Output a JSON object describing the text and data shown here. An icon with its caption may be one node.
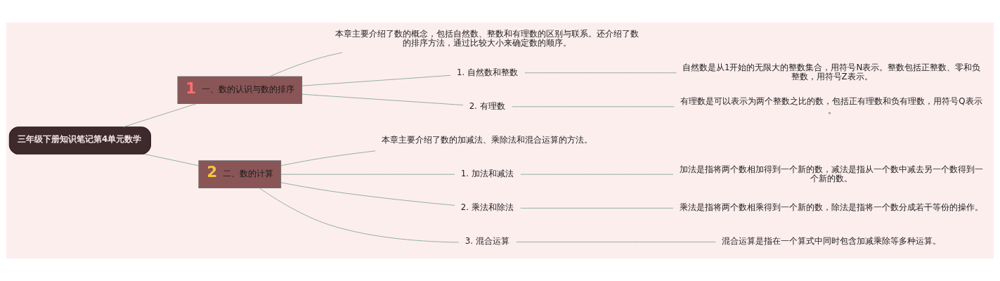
{
  "diagram": {
    "nodes": [
      {
        "text": [
          "三年级下册知识笔记第4单元数学"
        ]
      },
      {
        "text": [
          "1",
          "一、数的认识与数的排序"
        ]
      },
      {
        "text": [
          "本章主要介绍了数的概念，包括自然数、整数和有理数的区别与联系。还介绍了数的排序方法，通过比较大小来确定数的顺序。"
        ]
      },
      {
        "text": [
          "1. 自然数和整数"
        ]
      },
      {
        "text": [
          "自然数是从1开始的无限大的整数集合，用符号N表示。整数包括正整数、零和负整数，用符号Z表示。"
        ]
      },
      {
        "text": [
          "2. 有理数"
        ]
      },
      {
        "text": [
          "有理数是可以表示为两个整数之比的数，包括正有理数和负有理数，用符号Q表示。"
        ]
      },
      {
        "text": [
          "2",
          "二、数的计算"
        ]
      },
      {
        "text": [
          "本章主要介绍了数的加减法、乘除法和混合运算的方法。"
        ]
      },
      {
        "text": [
          "1. 加法和减法"
        ]
      },
      {
        "text": [
          "加法是指将两个数相加得到一个新的数，减法是指从一个数中减去另一个数得到一个新的数。"
        ]
      },
      {
        "text": [
          "2. 乘法和除法"
        ]
      },
      {
        "text": [
          "乘法是指将两个数相乘得到一个新的数，除法是指将一个数分成若干等份的操作。"
        ]
      },
      {
        "text": [
          "3. 混合运算"
        ]
      },
      {
        "text": [
          "混合运算是指在一个算式中同时包含加减乘除等多种运算。"
        ]
      }
    ],
    "edges": [
      {
        "from": 0,
        "to": 1,
        "arrow": "none"
      },
      {
        "from": 1,
        "to": 2,
        "arrow": "none"
      },
      {
        "from": 1,
        "to": 3,
        "arrow": "none"
      },
      {
        "from": 3,
        "to": 4,
        "arrow": "none"
      },
      {
        "from": 1,
        "to": 5,
        "arrow": "none"
      },
      {
        "from": 5,
        "to": 6,
        "arrow": "none"
      },
      {
        "from": 0,
        "to": 7,
        "arrow": "none"
      },
      {
        "from": 7,
        "to": 8,
        "arrow": "none"
      },
      {
        "from": 7,
        "to": 9,
        "arrow": "none"
      },
      {
        "from": 9,
        "to": 10,
        "arrow": "none"
      },
      {
        "from": 7,
        "to": 11,
        "arrow": "none"
      },
      {
        "from": 11,
        "to": 12,
        "arrow": "none"
      },
      {
        "from": 7,
        "to": 13,
        "arrow": "none"
      },
      {
        "from": 13,
        "to": 14,
        "arrow": "none"
      }
    ]
  }
}
